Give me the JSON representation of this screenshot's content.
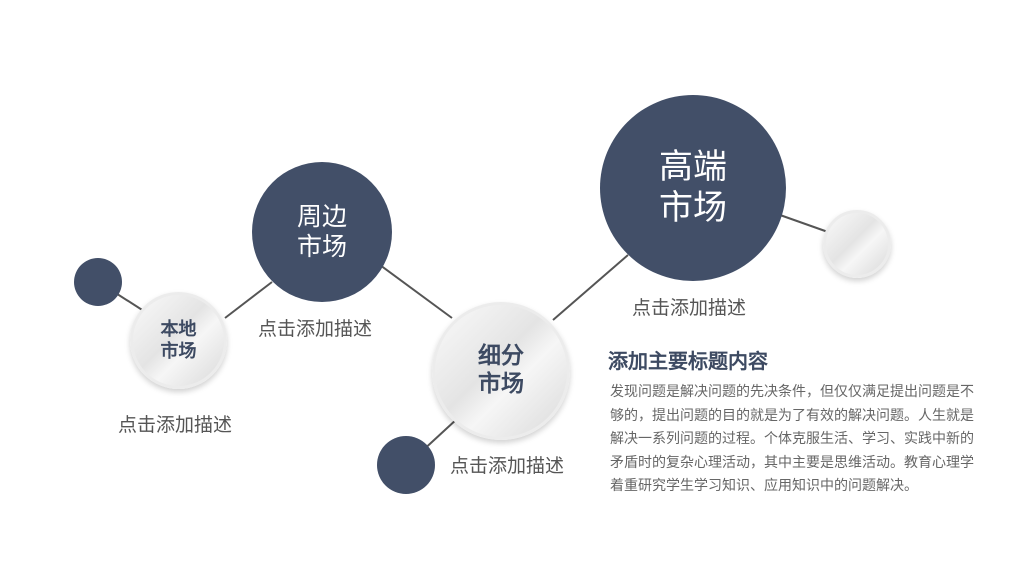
{
  "nodes": {
    "local": {
      "label": "本地\n市场",
      "desc": "点击添加描述"
    },
    "peripheral": {
      "label": "周边\n市场",
      "desc": "点击添加描述"
    },
    "segment": {
      "label": "细分\n市场",
      "desc": "点击添加描述"
    },
    "premium": {
      "label": "高端\n市场",
      "desc": "点击添加描述"
    }
  },
  "content": {
    "title": "添加主要标题内容",
    "body": "发现问题是解决问题的先决条件，但仅仅满足提出问题是不够的，提出问题的目的就是为了有效的解决问题。人生就是解决一系列问题的过程。个体克服生活、学习、实践中新的矛盾时的复杂心理活动，其中主要是思维活动。教育心理学着重研究学生学习知识、应用知识中的问题解决。"
  },
  "colors": {
    "accent": "#424f68",
    "line": "#555555"
  }
}
